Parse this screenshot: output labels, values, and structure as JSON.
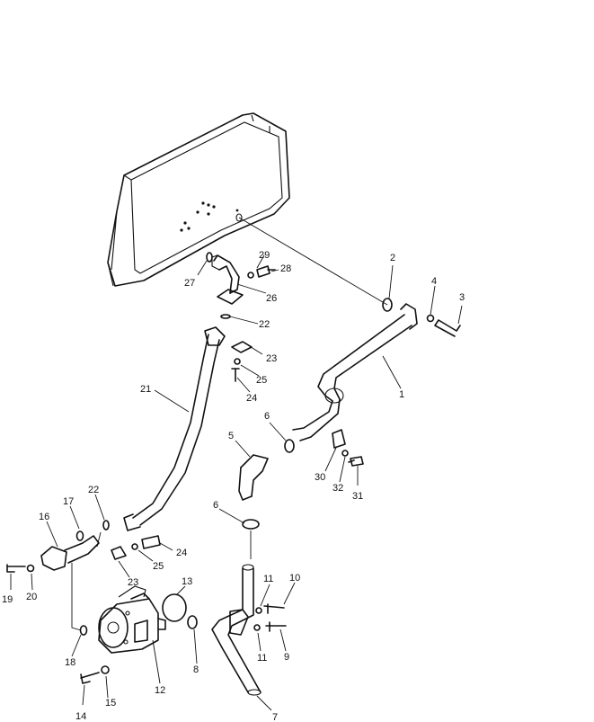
{
  "callouts": [
    {
      "id": "c1",
      "text": "1"
    },
    {
      "id": "c2",
      "text": "2"
    },
    {
      "id": "c3",
      "text": "3"
    },
    {
      "id": "c4",
      "text": "4"
    },
    {
      "id": "c5",
      "text": "5"
    },
    {
      "id": "c6a",
      "text": "6"
    },
    {
      "id": "c6b",
      "text": "6"
    },
    {
      "id": "c7",
      "text": "7"
    },
    {
      "id": "c8",
      "text": "8"
    },
    {
      "id": "c9",
      "text": "9"
    },
    {
      "id": "c10",
      "text": "10"
    },
    {
      "id": "c11a",
      "text": "11"
    },
    {
      "id": "c11b",
      "text": "11"
    },
    {
      "id": "c12",
      "text": "12"
    },
    {
      "id": "c13",
      "text": "13"
    },
    {
      "id": "c14",
      "text": "14"
    },
    {
      "id": "c15",
      "text": "15"
    },
    {
      "id": "c16",
      "text": "16"
    },
    {
      "id": "c17",
      "text": "17"
    },
    {
      "id": "c18",
      "text": "18"
    },
    {
      "id": "c19",
      "text": "19"
    },
    {
      "id": "c20",
      "text": "20"
    },
    {
      "id": "c21",
      "text": "21"
    },
    {
      "id": "c22a",
      "text": "22"
    },
    {
      "id": "c22b",
      "text": "22"
    },
    {
      "id": "c23a",
      "text": "23"
    },
    {
      "id": "c23b",
      "text": "23"
    },
    {
      "id": "c24a",
      "text": "24"
    },
    {
      "id": "c24b",
      "text": "24"
    },
    {
      "id": "c25a",
      "text": "25"
    },
    {
      "id": "c25b",
      "text": "25"
    },
    {
      "id": "c26",
      "text": "26"
    },
    {
      "id": "c27",
      "text": "27"
    },
    {
      "id": "c28",
      "text": "28"
    },
    {
      "id": "c29",
      "text": "29"
    },
    {
      "id": "c30",
      "text": "30"
    },
    {
      "id": "c31",
      "text": "31"
    },
    {
      "id": "c32",
      "text": "32"
    }
  ]
}
